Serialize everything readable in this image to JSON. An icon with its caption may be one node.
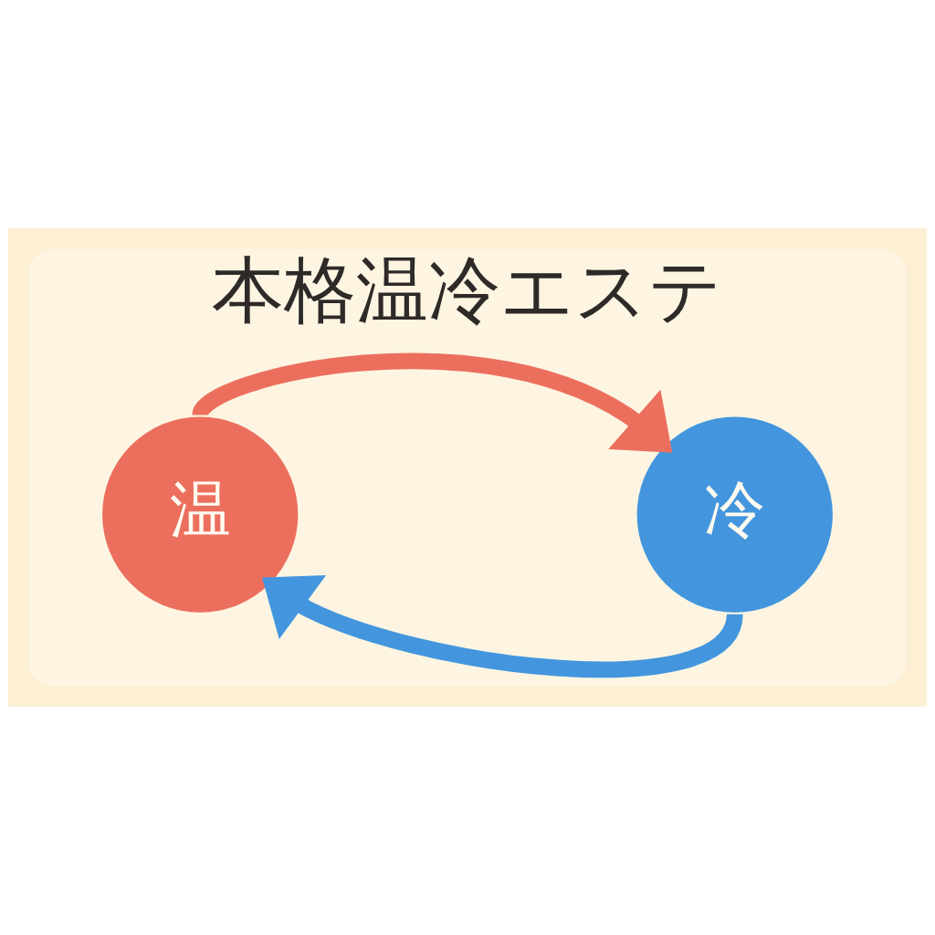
{
  "diagram": {
    "nodes": [
      {
        "text": [
          "本格温冷エステ"
        ]
      },
      {
        "text": [
          "温"
        ],
        "in": 0
      },
      {
        "text": [
          "冷"
        ],
        "in": 0
      }
    ],
    "edges": [
      {
        "from": 1,
        "to": 2,
        "arrow": "to",
        "color": "#ec6f5e"
      },
      {
        "from": 2,
        "to": 1,
        "arrow": "to",
        "color": "#4396dd"
      }
    ]
  }
}
